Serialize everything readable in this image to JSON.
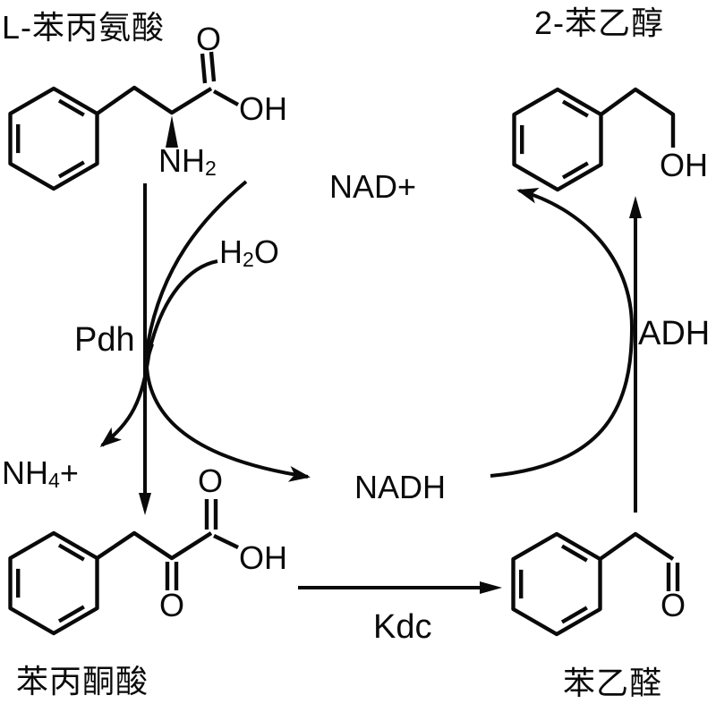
{
  "compounds": {
    "phenylalanine": {
      "name": "L-苯丙氨酸",
      "carbonyl_o": "O",
      "hydroxyl": "OH",
      "amine_base": "NH",
      "amine_sub": "2"
    },
    "phenylethanol": {
      "name": "2-苯乙醇",
      "hydroxyl": "OH"
    },
    "phenylpyruvate": {
      "name": "苯丙酮酸",
      "carboxyl_o": "O",
      "keto_o": "O",
      "hydroxyl": "OH"
    },
    "phenylacetaldehyde": {
      "name": "苯乙醛",
      "aldehyde_o": "O"
    }
  },
  "enzymes": {
    "pdh": "Pdh",
    "kdc": "Kdc",
    "adh": "ADH"
  },
  "cofactors": {
    "nad_plus": "NAD+",
    "nadh": "NADH",
    "water": {
      "base": "H",
      "sub": "2",
      "tail": "O"
    },
    "ammonium": {
      "base": "NH",
      "sub": "4",
      "tail": "+"
    }
  },
  "colors": {
    "ink": "#0a0a0a",
    "background": "#ffffff"
  }
}
